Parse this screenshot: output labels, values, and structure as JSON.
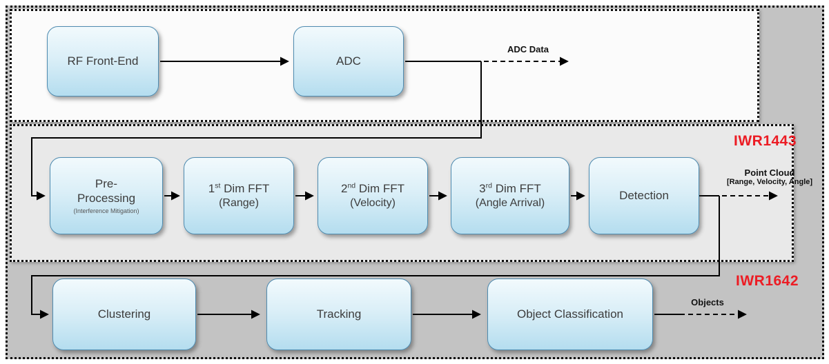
{
  "colors": {
    "outer_bg": "#c3c3c3",
    "top_bg": "#fbfbfb",
    "mid_bg": "#e9e9e9",
    "box_border": "#4e8bb0",
    "box_top": "#f2fafd",
    "box_mid": "#d9eef7",
    "box_bottom": "#b4ddef",
    "label_red": "#ec1c24",
    "line": "#000000",
    "text": "#3c3c3c"
  },
  "regions": {
    "iwr1443_label": "IWR1443",
    "iwr1642_label": "IWR1642"
  },
  "nodes": {
    "rf_front_end": "RF Front-End",
    "adc": "ADC",
    "pre_processing": {
      "line1": "Pre-",
      "line2": "Processing",
      "note": "(Interference Mitigation)"
    },
    "fft1": {
      "ord": "1",
      "sup": "st",
      "rest": " Dim FFT",
      "sub": "(Range)"
    },
    "fft2": {
      "ord": "2",
      "sup": "nd",
      "rest": " Dim FFT",
      "sub": "(Velocity)"
    },
    "fft3": {
      "ord": "3",
      "sup": "rd",
      "rest": " Dim FFT",
      "sub": "(Angle Arrival)"
    },
    "detection": "Detection",
    "clustering": "Clustering",
    "tracking": "Tracking",
    "object_classification": "Object Classification"
  },
  "outputs": {
    "adc_data": "ADC Data",
    "point_cloud_line1": "Point Cloud",
    "point_cloud_line2": "[Range, Velocity, Angle]",
    "objects": "Objects"
  }
}
